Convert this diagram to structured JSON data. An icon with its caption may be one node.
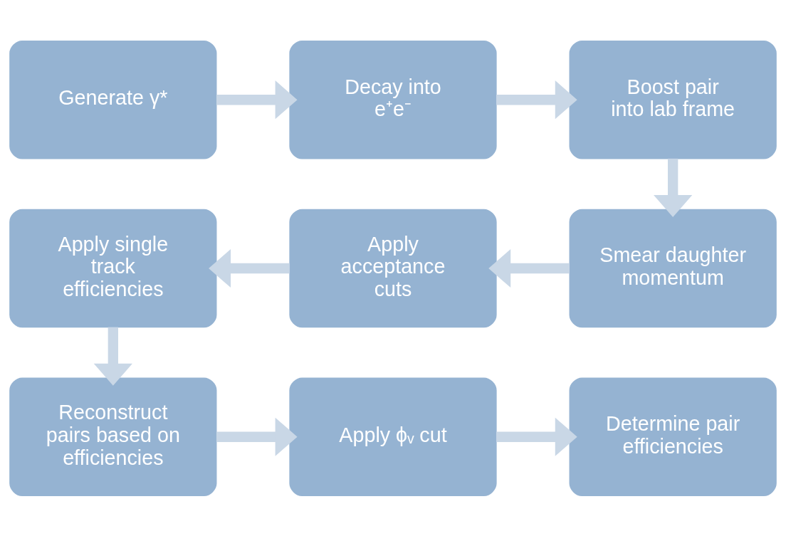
{
  "diagram": {
    "nodes": [
      {
        "text": [
          "Generate γ*"
        ]
      },
      {
        "text": [
          "Decay into e⁺e⁻"
        ]
      },
      {
        "text": [
          "Boost pair into lab frame"
        ]
      },
      {
        "text": [
          "Smear daughter momentum"
        ]
      },
      {
        "text": [
          "Apply acceptance cuts"
        ]
      },
      {
        "text": [
          "Apply single track efficiencies"
        ]
      },
      {
        "text": [
          "Reconstruct pairs based on efficiencies"
        ]
      },
      {
        "text": [
          "Apply ϕᵥ cut"
        ]
      },
      {
        "text": [
          "Determine pair efficiencies"
        ]
      }
    ],
    "edges": [
      {
        "from": 0,
        "to": 1,
        "arrow": "to"
      },
      {
        "from": 1,
        "to": 2,
        "arrow": "to"
      },
      {
        "from": 2,
        "to": 3,
        "arrow": "to"
      },
      {
        "from": 3,
        "to": 4,
        "arrow": "to"
      },
      {
        "from": 4,
        "to": 5,
        "arrow": "to"
      },
      {
        "from": 5,
        "to": 6,
        "arrow": "to"
      },
      {
        "from": 6,
        "to": 7,
        "arrow": "to"
      },
      {
        "from": 7,
        "to": 8,
        "arrow": "to"
      }
    ]
  }
}
